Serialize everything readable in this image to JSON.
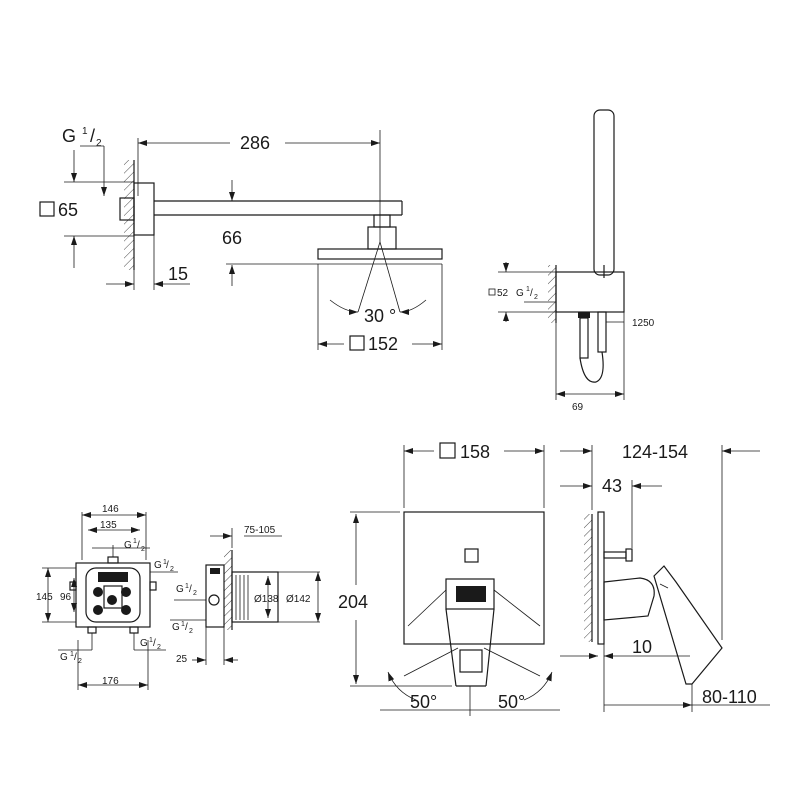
{
  "shower_arm": {
    "thread_g": "G",
    "thread_num": "1",
    "thread_den": "2",
    "square_65": "65",
    "dim_286": "286",
    "dim_66": "66",
    "dim_15": "15",
    "angle_30": "30 °",
    "square_152": "152"
  },
  "hand_shower": {
    "square_52": "52",
    "thread_g": "G",
    "thread_num": "1",
    "thread_den": "2",
    "dim_1250": "1250",
    "dim_69": "69"
  },
  "body_top": {
    "dim_146": "146",
    "dim_135": "135",
    "g_num": "1",
    "g_den": "2",
    "dim_145": "145",
    "dim_96": "96",
    "g_bottom_left": "G",
    "g_bottom_right": "G",
    "dim_176": "176",
    "g_right": "G"
  },
  "body_side": {
    "dim_75_105": "75-105",
    "dia_138": "Ø138",
    "dia_142": "Ø142",
    "g_left_top": "G",
    "g_left_bottom": "G",
    "dim_25": "25"
  },
  "plate_front": {
    "square_158": "158",
    "dim_204": "204",
    "angle_left": "50°",
    "angle_right": "50°"
  },
  "plate_side": {
    "dim_124_154": "124-154",
    "dim_43": "43",
    "dim_10": "10",
    "dim_80_110": "80-110"
  }
}
